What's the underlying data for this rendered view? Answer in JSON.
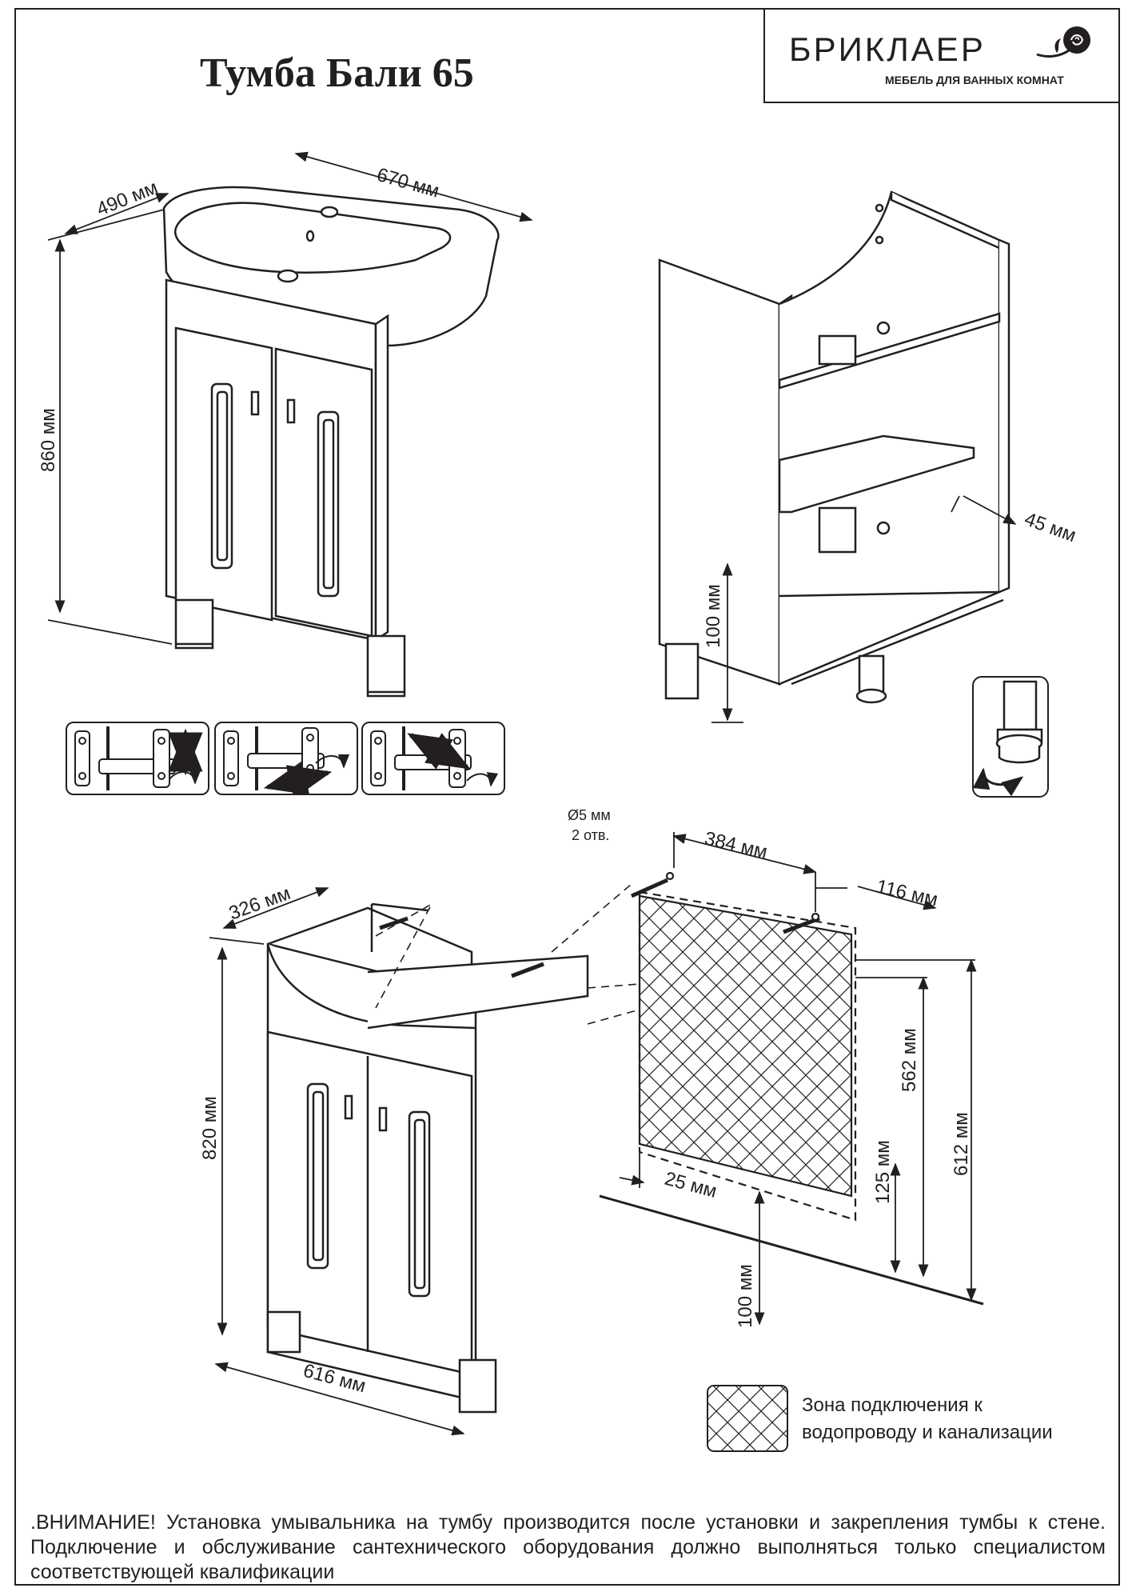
{
  "title": "Тумба Бали 65",
  "brand": {
    "name": "БРИКЛАЕР",
    "tagline": "МЕБЕЛЬ ДЛЯ ВАННЫХ КОМНАТ"
  },
  "dimensions": {
    "depth_total": "490 мм",
    "width_total": "670 мм",
    "height_total": "860 мм",
    "leg_height": "100 мм",
    "shelf_offset": "45 мм",
    "cabinet_depth": "326 мм",
    "cabinet_height": "820 мм",
    "cabinet_width": "616 мм",
    "hole_diameter": "Ø5 мм",
    "hole_count": "2 отв.",
    "hole_spacing": "384 мм",
    "hole_side_offset": "116 мм",
    "zone_height": "562 мм",
    "mount_height": "612 мм",
    "zone_bottom": "125 мм",
    "zone_side_offset": "25 мм",
    "floor_to_zone": "100 мм"
  },
  "legend": {
    "line1": "Зона подключения к",
    "line2": "водопроводу и канализации"
  },
  "warning": ".ВНИМАНИЕ! Установка умывальника на тумбу производится после установки и закрепления тумбы к стене. Подключение и обслуживание сантехнического оборудования должно выполняться только специалистом соответствующей квалификации"
}
